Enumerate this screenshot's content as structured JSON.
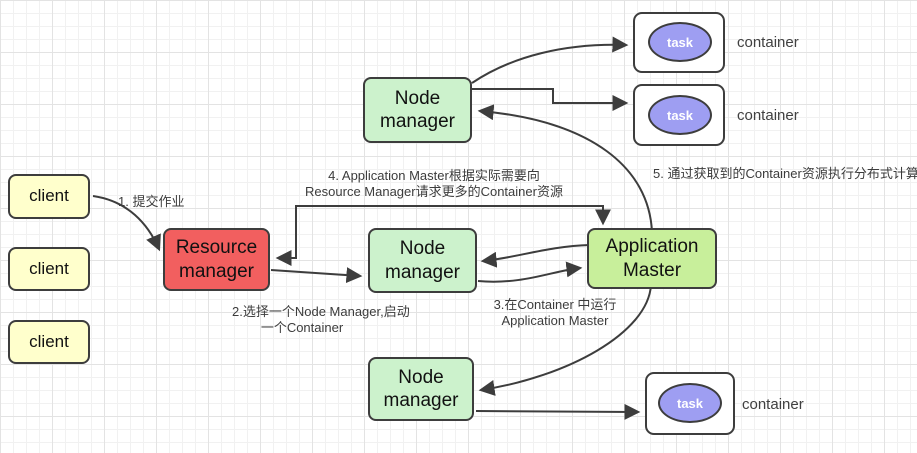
{
  "diagram": {
    "clients": [
      {
        "label": "client"
      },
      {
        "label": "client"
      },
      {
        "label": "client"
      }
    ],
    "resource_manager": {
      "label": "Resource manager"
    },
    "node_managers": [
      {
        "label": "Node manager"
      },
      {
        "label": "Node manager"
      },
      {
        "label": "Node manager"
      }
    ],
    "application_master": {
      "label": "Application Master"
    },
    "tasks": [
      {
        "label": "task"
      },
      {
        "label": "task"
      },
      {
        "label": "task"
      }
    ],
    "container_labels": [
      {
        "label": "container"
      },
      {
        "label": "container"
      },
      {
        "label": "container"
      }
    ],
    "annotations": {
      "step1": "1. 提交作业",
      "step2_line1": "2.选择一个Node Manager,启动",
      "step2_line2": "一个Container",
      "step3_line1": "3.在Container 中运行",
      "step3_line2": "Application Master",
      "step4_line1": "4. Application Master根据实际需要向",
      "step4_line2": "Resource Manager请求更多的Container资源",
      "step5": "5. 通过获取到的Container资源执行分布式计算"
    },
    "colors": {
      "client_fill": "#ffffcc",
      "resource_manager_fill": "#f25f5f",
      "node_manager_fill": "#ccf2cc",
      "application_master_fill": "#c8ef9b",
      "task_fill": "#9e9ef2",
      "container_fill": "#ffffff",
      "border": "#3d3d3d",
      "arrow": "#3d3d3d",
      "grid_minor": "#f1f1f1",
      "grid_major": "#e3e3e3"
    }
  }
}
